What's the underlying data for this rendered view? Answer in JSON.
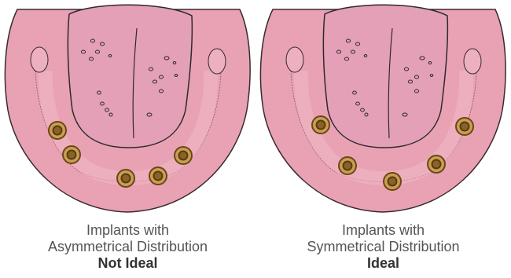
{
  "colors": {
    "gum": "#E8A2B4",
    "gum_outline": "#3A2A30",
    "tongue": "#E4A0B6",
    "tongue_outline": "#2E2A2C",
    "implant_gold": "#C9A052",
    "implant_dark": "#5A3A12"
  },
  "panels": [
    {
      "caption_line1": "Implants with",
      "caption_line2": "Asymmetrical Distribution",
      "verdict": "Not Ideal",
      "implant_count": 5,
      "distribution": "asymmetrical"
    },
    {
      "caption_line1": "Implants with",
      "caption_line2": "Symmetrical Distribution",
      "verdict": "Ideal",
      "implant_count": 5,
      "distribution": "symmetrical"
    }
  ]
}
